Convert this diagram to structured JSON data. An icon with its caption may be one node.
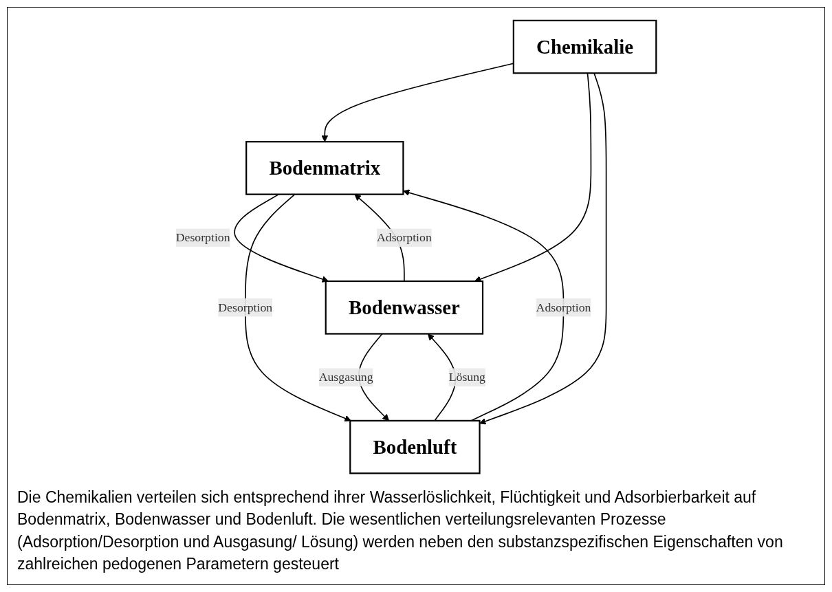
{
  "diagram": {
    "caption": "Die Chemikalien verteilen sich entsprechend ihrer Wasserlöslichkeit, Flüchtigkeit und Adsorbierbarkeit auf Bodenmatrix, Bodenwasser und Bodenluft. Die wesentlichen verteilungsrelevanten Prozesse (Adsorption/Desorption und Ausgasung/ Lösung) werden neben den substanzspezifischen Eigenschaften von zahlreichen pedogenen Parametern gesteuert",
    "nodes": [
      {
        "text": [
          "Bodenmatrix"
        ]
      },
      {
        "text": [
          "Chemikalie"
        ]
      },
      {
        "text": [
          "Bodenwasser"
        ]
      },
      {
        "text": [
          "Bodenluft"
        ]
      }
    ],
    "edges": [
      {
        "from": 1,
        "to": 0,
        "arrow": "to"
      },
      {
        "from": 0,
        "to": 2,
        "label": "Desorption",
        "arrow": "to"
      },
      {
        "from": 2,
        "to": 0,
        "label": "Adsorption",
        "arrow": "to"
      },
      {
        "from": 0,
        "to": 3,
        "label": "Desorption",
        "arrow": "to"
      },
      {
        "from": 3,
        "to": 0,
        "label": "Adsorption",
        "arrow": "to"
      },
      {
        "from": 1,
        "to": 2,
        "arrow": "to"
      },
      {
        "from": 1,
        "to": 3,
        "arrow": "to"
      },
      {
        "from": 2,
        "to": 3,
        "label": "Ausgasung",
        "arrow": "to"
      },
      {
        "from": 3,
        "to": 2,
        "label": "Lösung",
        "arrow": "to"
      }
    ]
  }
}
